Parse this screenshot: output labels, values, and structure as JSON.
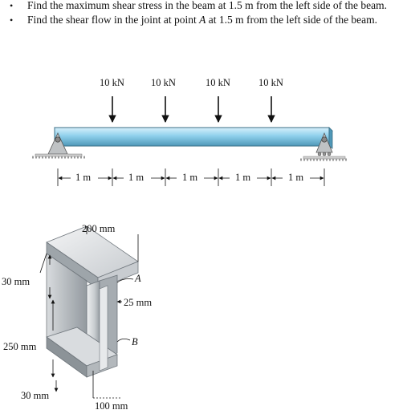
{
  "bullets": [
    {
      "text": "Find the maximum shear stress in the beam at 1.5 m from the left side of the beam."
    },
    {
      "text_before": "Find the shear flow in the joint at point ",
      "point": "A",
      "text_after": " at 1.5 m from the left side of the beam."
    }
  ],
  "beam": {
    "loads": [
      "10 kN",
      "10 kN",
      "10 kN",
      "10 kN"
    ],
    "spans": [
      "1 m",
      "1 m",
      "1 m",
      "1 m",
      "1 m"
    ]
  },
  "section": {
    "flange_width": "200 mm",
    "flange_thickness": "30 mm",
    "web_height": "250 mm",
    "web_thickness": "25 mm",
    "bottom_flange_thickness": "30 mm",
    "bottom_width": "100 mm",
    "point_a": "A",
    "point_b": "B"
  },
  "colors": {
    "beam_fill": "#8fd0ec",
    "beam_edge": "#3b6f86",
    "support": "#b9b9b9",
    "steel_light": "#e6e8ea",
    "steel_mid": "#b5b9bd",
    "steel_dark": "#7e858b"
  }
}
